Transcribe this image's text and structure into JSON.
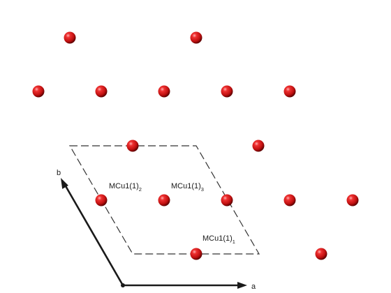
{
  "diagram": {
    "atom_color": "#d41414",
    "atom_highlight": "#ff9a9a",
    "atom_shadow": "#6e0000",
    "cell_line_color": "#333333",
    "axis_color": "#1a1a1a",
    "atoms_count": 16
  },
  "labels": {
    "site2": {
      "base": "MCu1(1)",
      "sub": "2"
    },
    "site3": {
      "base": "MCu1(1)",
      "sub": "3"
    },
    "site1": {
      "base": "MCu1(1)",
      "sub": "1"
    }
  },
  "axes": {
    "a": "a",
    "b": "b"
  }
}
